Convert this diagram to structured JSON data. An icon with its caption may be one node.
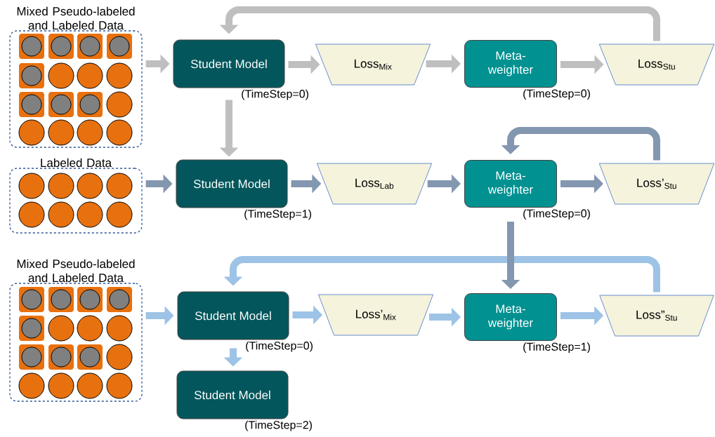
{
  "diagram": {
    "nodes": [
      {
        "text": [
          "Mixed Pseudo-labeled and Labeled Data"
        ]
      },
      {
        "text": [
          "Student Model"
        ],
        "beside": [
          "(TimeStep=0)"
        ]
      },
      {
        "text": [
          "Loss$_{Mix}$"
        ]
      },
      {
        "text": [
          "Meta-weighter"
        ],
        "beside": [
          "(TimeStep=0)"
        ]
      },
      {
        "text": [
          "Loss$_{Stu}$"
        ]
      },
      {
        "text": [
          "Labeled Data"
        ]
      },
      {
        "text": [
          "Student Model"
        ],
        "beside": [
          "(TimeStep=1)"
        ]
      },
      {
        "text": [
          "Loss$_{Lab}$"
        ]
      },
      {
        "text": [
          "Meta-weighter"
        ],
        "beside": [
          "(TimeStep=0)"
        ]
      },
      {
        "text": [
          "Loss’$_{Stu}$"
        ]
      },
      {
        "text": [
          "Mixed Pseudo-labeled and Labeled Data"
        ]
      },
      {
        "text": [
          "Student Model"
        ],
        "beside": [
          "(TimeStep=0)"
        ]
      },
      {
        "text": [
          "Loss’$_{Mix}$"
        ]
      },
      {
        "text": [
          "Meta-weighter"
        ],
        "beside": [
          "(TimeStep=1)"
        ]
      },
      {
        "text": [
          "Loss”$_{Stu}$"
        ]
      },
      {
        "text": [
          "Student Model"
        ],
        "beside": [
          "(TimeStep=2)"
        ]
      }
    ],
    "edges": [
      {
        "from": 0,
        "to": 1,
        "arrow": "to",
        "color": "#bfbfbf"
      },
      {
        "from": 1,
        "to": 2,
        "arrow": "to",
        "color": "#bfbfbf"
      },
      {
        "from": 2,
        "to": 3,
        "arrow": "to",
        "color": "#bfbfbf"
      },
      {
        "from": 3,
        "to": 4,
        "arrow": "to",
        "color": "#bfbfbf"
      },
      {
        "from": 4,
        "to": 1,
        "arrow": "to",
        "color": "#bfbfbf"
      },
      {
        "from": 1,
        "to": 6,
        "arrow": "to",
        "color": "#bfbfbf"
      },
      {
        "from": 5,
        "to": 6,
        "arrow": "to",
        "color": "#8497b0"
      },
      {
        "from": 6,
        "to": 7,
        "arrow": "to",
        "color": "#8497b0"
      },
      {
        "from": 7,
        "to": 8,
        "arrow": "to",
        "color": "#8497b0"
      },
      {
        "from": 8,
        "to": 9,
        "arrow": "to",
        "color": "#8497b0"
      },
      {
        "from": 9,
        "to": 8,
        "arrow": "to",
        "color": "#8497b0"
      },
      {
        "from": 8,
        "to": 13,
        "arrow": "to",
        "color": "#8497b0"
      },
      {
        "from": 10,
        "to": 11,
        "arrow": "to",
        "color": "#9dc3e6"
      },
      {
        "from": 11,
        "to": 12,
        "arrow": "to",
        "color": "#9dc3e6"
      },
      {
        "from": 12,
        "to": 13,
        "arrow": "to",
        "color": "#9dc3e6"
      },
      {
        "from": 13,
        "to": 14,
        "arrow": "to",
        "color": "#9dc3e6"
      },
      {
        "from": 14,
        "to": 11,
        "arrow": "to",
        "color": "#9dc3e6"
      },
      {
        "from": 11,
        "to": 15,
        "arrow": "to",
        "color": "#9dc3e6"
      }
    ]
  }
}
